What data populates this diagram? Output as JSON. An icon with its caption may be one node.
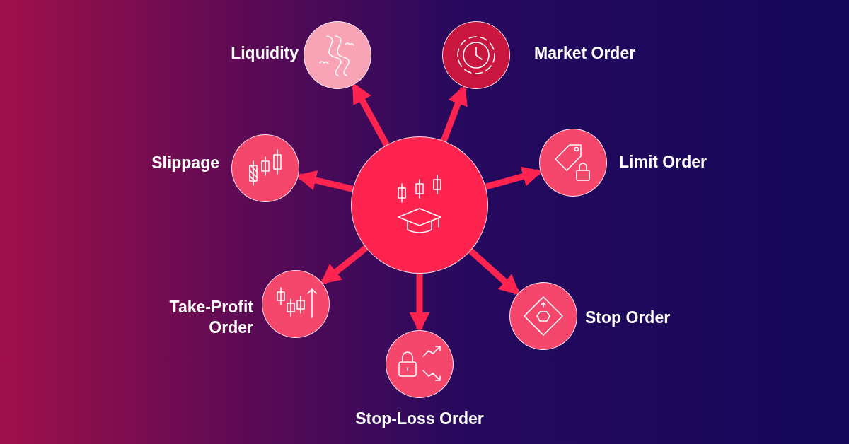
{
  "diagram": {
    "nodes": [
      {
        "text": [],
        "shape": "circle"
      },
      {
        "text": [
          "Liquidity"
        ]
      },
      {
        "text": [
          "Market Order"
        ]
      },
      {
        "text": [
          "Limit Order"
        ]
      },
      {
        "text": [
          "Stop Order"
        ]
      },
      {
        "text": [
          "Stop-Loss Order"
        ]
      },
      {
        "text": [
          "Take-Profit Order"
        ]
      },
      {
        "text": [
          "Slippage"
        ]
      }
    ],
    "edges": [
      {
        "from": 0,
        "to": 1,
        "arrow": "to"
      },
      {
        "from": 0,
        "to": 2,
        "arrow": "to"
      },
      {
        "from": 0,
        "to": 3,
        "arrow": "to"
      },
      {
        "from": 0,
        "to": 4,
        "arrow": "to"
      },
      {
        "from": 0,
        "to": 5,
        "arrow": "to"
      },
      {
        "from": 0,
        "to": 6,
        "arrow": "to"
      },
      {
        "from": 0,
        "to": 7,
        "arrow": "to"
      }
    ]
  }
}
